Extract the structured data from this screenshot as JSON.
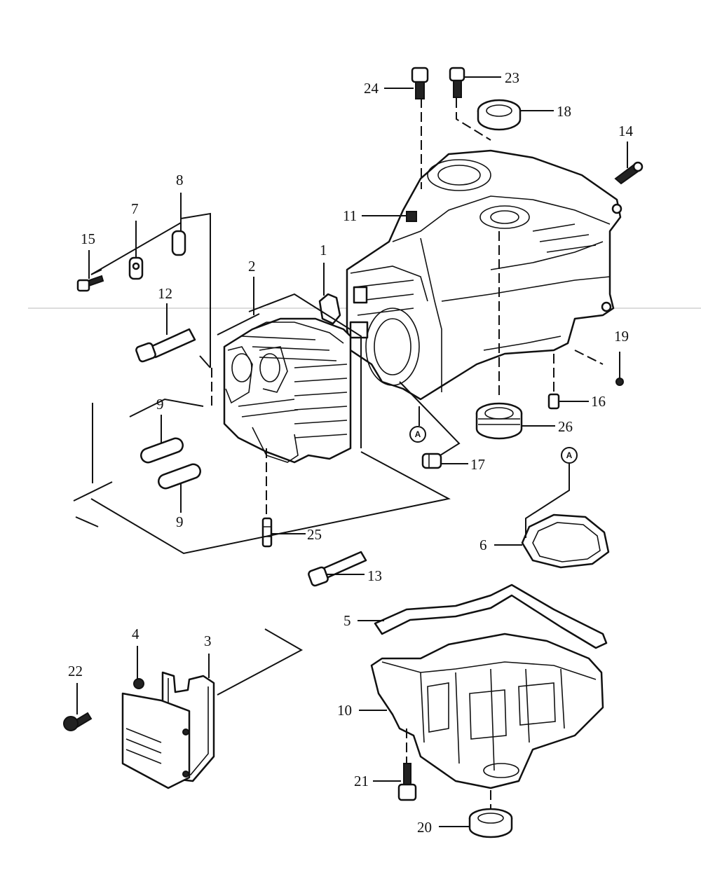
{
  "callouts": {
    "c1": "1",
    "c2": "2",
    "c3": "3",
    "c4": "4",
    "c5": "5",
    "c6": "6",
    "c7": "7",
    "c8": "8",
    "c9a": "9",
    "c9b": "9",
    "c10": "10",
    "c11": "11",
    "c12": "12",
    "c13": "13",
    "c14": "14",
    "c15": "15",
    "c16": "16",
    "c17": "17",
    "c18": "18",
    "c19": "19",
    "c20": "20",
    "c21": "21",
    "c22": "22",
    "c23": "23",
    "c24": "24",
    "c25": "25",
    "c26": "26"
  },
  "reference_marks": {
    "ref_a": "A",
    "ref_b": "A"
  },
  "colors": {
    "line": "#111111",
    "background": "#ffffff",
    "rule": "#b8b8b8"
  }
}
